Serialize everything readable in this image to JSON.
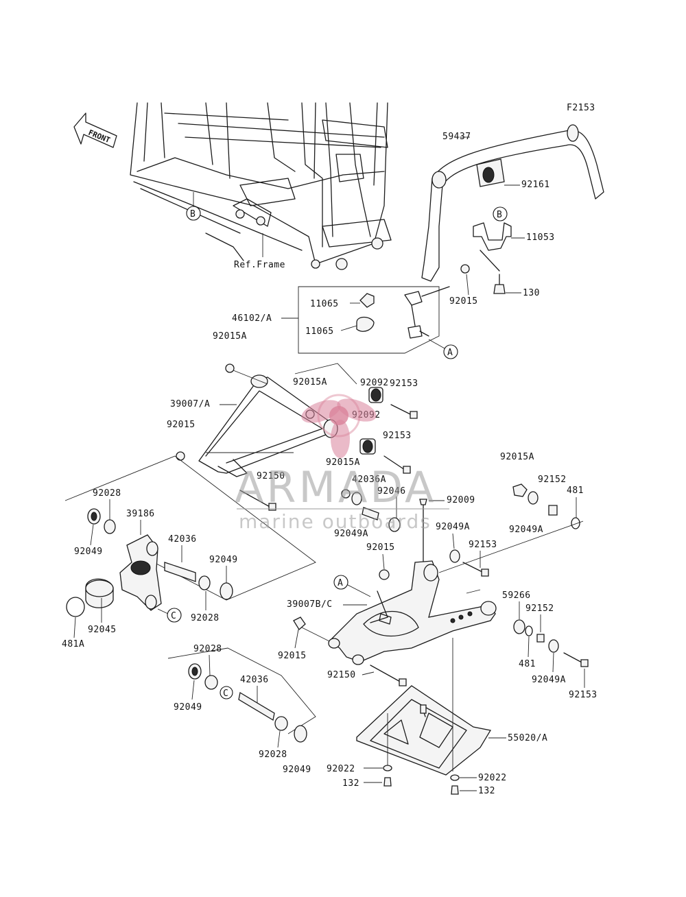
{
  "figure_code": "F2153",
  "front_arrow_label": "FRONT",
  "frame_ref_label": "Ref.Frame",
  "ref_markers": [
    "B",
    "B",
    "A",
    "A",
    "C",
    "C"
  ],
  "part_labels": [
    "59437",
    "92161",
    "11053",
    "130",
    "92015",
    "11065",
    "11065",
    "46102/A",
    "92015A",
    "92092",
    "92015A",
    "92153",
    "39007/A",
    "92092",
    "92015",
    "92153",
    "92015A",
    "92015A",
    "92150",
    "42036A",
    "92046",
    "92009",
    "92152",
    "481",
    "92028",
    "39186",
    "92049A",
    "92049A",
    "92049A",
    "92049",
    "42036",
    "92015",
    "92153",
    "92049",
    "59266",
    "39007B/C",
    "92152",
    "92028",
    "92045",
    "481",
    "481A",
    "92015",
    "92049A",
    "92028",
    "92150",
    "92153",
    "42036",
    "92049",
    "55020/A",
    "92028",
    "92049",
    "92022",
    "92022",
    "132",
    "132"
  ],
  "watermark": {
    "brand": "ARMADA",
    "tagline": "marine outboards",
    "accent_color": "#d9829a",
    "text_color": "#9a9a9a"
  }
}
